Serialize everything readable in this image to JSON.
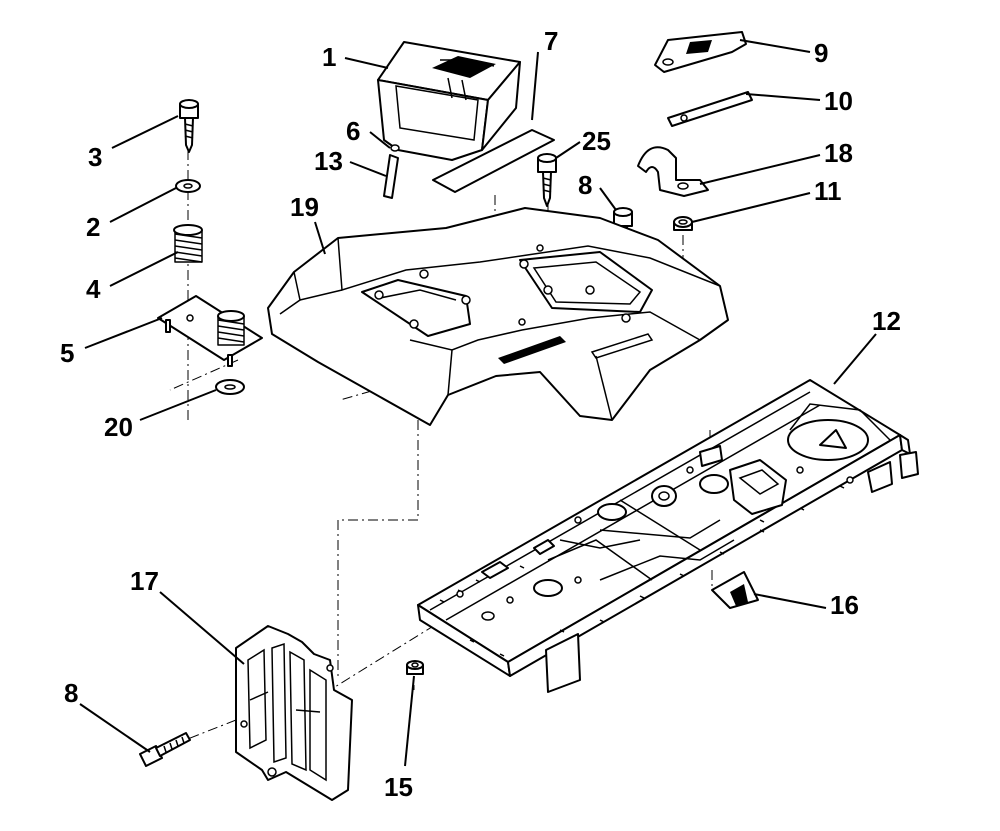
{
  "callouts": {
    "c1": "1",
    "c2": "2",
    "c3": "3",
    "c4": "4",
    "c5": "5",
    "c6": "6",
    "c7": "7",
    "c8a": "8",
    "c8b": "8",
    "c9": "9",
    "c10": "10",
    "c11": "11",
    "c12": "12",
    "c13": "13",
    "c15": "15",
    "c16": "16",
    "c17": "17",
    "c18": "18",
    "c19": "19",
    "c20": "20",
    "c25": "25"
  }
}
